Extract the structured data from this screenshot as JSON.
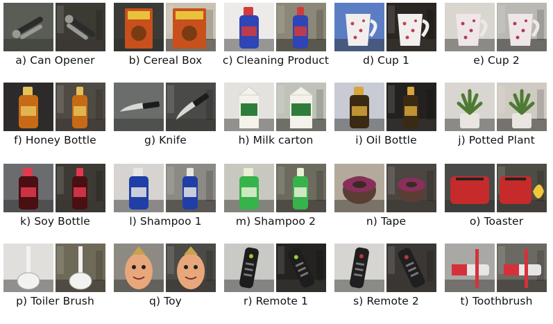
{
  "items": [
    {
      "caption": "a) Can Opener",
      "icon": "can-opener",
      "bg1": "#5a5d55",
      "bg2": "#3c3a33",
      "obj": "#2b2b2b",
      "accent": "#9a9a95"
    },
    {
      "caption": "b) Cereal Box",
      "icon": "cereal-box",
      "bg1": "#3a3a36",
      "bg2": "#c9c2b2",
      "obj": "#c8501c",
      "accent": "#e9c23c"
    },
    {
      "caption": "c) Cleaning Product",
      "icon": "bottle",
      "bg1": "#ecebe9",
      "bg2": "#8b8878",
      "obj": "#2f44b5",
      "accent": "#d23b3b"
    },
    {
      "caption": "d) Cup 1",
      "icon": "cup",
      "bg1": "#5b7dc4",
      "bg2": "#2a2622",
      "obj": "#f2eeee",
      "accent": "#c0424c"
    },
    {
      "caption": "e) Cup 2",
      "icon": "cup",
      "bg1": "#d9d6cf",
      "bg2": "#b9b8b3",
      "obj": "#efe6e8",
      "accent": "#b43a5c"
    },
    {
      "caption": "f) Honey Bottle",
      "icon": "bottle",
      "bg1": "#2c2a2a",
      "bg2": "#504a44",
      "obj": "#c66a16",
      "accent": "#e5c15a"
    },
    {
      "caption": "g) Knife",
      "icon": "knife",
      "bg1": "#6a6d6b",
      "bg2": "#4a4b48",
      "obj": "#1c1c1c",
      "accent": "#d8d8d4"
    },
    {
      "caption": "h) Milk carton",
      "icon": "carton",
      "bg1": "#e3e2de",
      "bg2": "#bfc2b8",
      "obj": "#f4f2ea",
      "accent": "#2f7d3a"
    },
    {
      "caption": "i) Oil Bottle",
      "icon": "bottle",
      "bg1": "#c8cbd3",
      "bg2": "#23211f",
      "obj": "#3a2a14",
      "accent": "#d7a53a"
    },
    {
      "caption": "j) Potted Plant",
      "icon": "plant",
      "bg1": "#d9d6d1",
      "bg2": "#cfcac2",
      "obj": "#e9e6e2",
      "accent": "#4f7a33"
    },
    {
      "caption": "k) Soy Bottle",
      "icon": "bottle",
      "bg1": "#6a6c70",
      "bg2": "#3d3a34",
      "obj": "#4a0f12",
      "accent": "#e23a4d"
    },
    {
      "caption": "l) Shampoo 1",
      "icon": "bottle",
      "bg1": "#d6d3d1",
      "bg2": "#8c8a85",
      "obj": "#1f3fa6",
      "accent": "#e8e6e4"
    },
    {
      "caption": "m) Shampoo 2",
      "icon": "bottle",
      "bg1": "#c9c8c0",
      "bg2": "#6d6b5d",
      "obj": "#36b34a",
      "accent": "#e7f0d6"
    },
    {
      "caption": "n) Tape",
      "icon": "tape",
      "bg1": "#b4aa9b",
      "bg2": "#4b4641",
      "obj": "#5a3e33",
      "accent": "#8a2f5c"
    },
    {
      "caption": "o) Toaster",
      "icon": "toaster",
      "bg1": "#4a4a47",
      "bg2": "#4f4c44",
      "obj": "#c62a2a",
      "accent": "#f0c63a"
    },
    {
      "caption": "p) Toiler Brush",
      "icon": "brush",
      "bg1": "#e0dfdc",
      "bg2": "#6f6a58",
      "obj": "#f2f2f0",
      "accent": "#a7a59d"
    },
    {
      "caption": "q) Toy",
      "icon": "toy",
      "bg1": "#8c8a83",
      "bg2": "#4b4a46",
      "obj": "#e7a77b",
      "accent": "#c6a34c"
    },
    {
      "caption": "r) Remote 1",
      "icon": "remote",
      "bg1": "#c9c9c6",
      "bg2": "#242320",
      "obj": "#1d1d1d",
      "accent": "#9acd32"
    },
    {
      "caption": "s) Remote 2",
      "icon": "remote",
      "bg1": "#d6d5d2",
      "bg2": "#3b3734",
      "obj": "#1f1f1f",
      "accent": "#b83a3a"
    },
    {
      "caption": "t) Toothbrush",
      "icon": "toothbrush",
      "bg1": "#a9a8a5",
      "bg2": "#6c6962",
      "obj": "#e6e6e6",
      "accent": "#d6313a"
    }
  ]
}
